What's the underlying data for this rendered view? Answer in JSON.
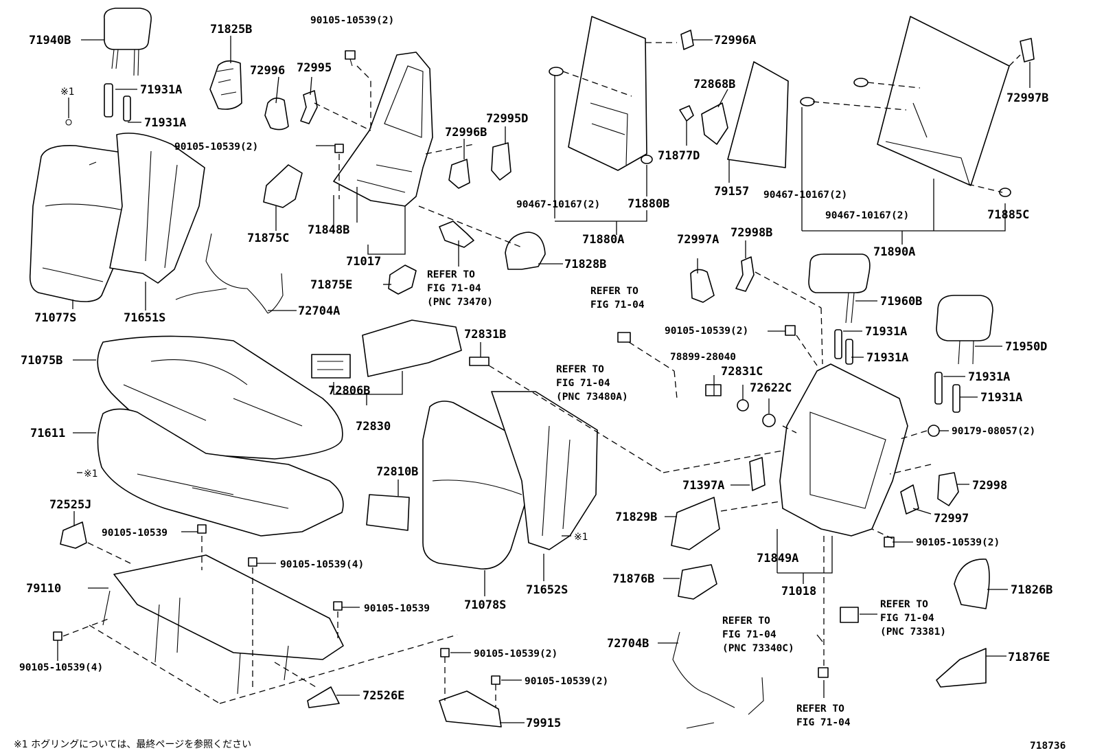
{
  "diagram": {
    "figure_number": "718736",
    "footnote": "※1 ホグリングについては、最終ページを参照ください",
    "labels": {
      "p71940B": "71940B",
      "p71825B": "71825B",
      "p90105_1": "90105-10539(2)",
      "p72996": "72996",
      "p72995": "72995",
      "p71931A_1": "71931A",
      "p71931A_2": "71931A",
      "ref1_top": "※1",
      "p90105_2": "90105-10539(2)",
      "p72996B": "72996B",
      "p72995D": "72995D",
      "p71875C": "71875C",
      "p71848B": "71848B",
      "p71017": "71017",
      "p71875E": "71875E",
      "p71077S": "71077S",
      "p71651S": "71651S",
      "p72704A": "72704A",
      "refer1_line1": "REFER TO",
      "refer1_line2": "FIG 71-04",
      "refer1_line3": "(PNC 73470)",
      "p71828B": "71828B",
      "p72996A": "72996A",
      "p72868B": "72868B",
      "p71877D": "71877D",
      "p79157": "79157",
      "p90467_1": "90467-10167(2)",
      "p71880B": "71880B",
      "p71880A": "71880A",
      "p72997B": "72997B",
      "p90467_2": "90467-10167(2)",
      "p90467_3": "90467-10167(2)",
      "p71885C": "71885C",
      "p71890A": "71890A",
      "p72997A": "72997A",
      "p72998B": "72998B",
      "refer2_line1": "REFER TO",
      "refer2_line2": "FIG 71-04",
      "p71960B": "71960B",
      "p90105_3": "90105-10539(2)",
      "p71931A_3": "71931A",
      "p71931A_4": "71931A",
      "p71950D": "71950D",
      "p71931A_5": "71931A",
      "p71931A_6": "71931A",
      "p72831B": "72831B",
      "p71075B": "71075B",
      "p72806B": "72806B",
      "p72830": "72830",
      "refer3_line1": "REFER TO",
      "refer3_line2": "FIG 71-04",
      "refer3_line3": "(PNC 73480A)",
      "p78899": "78899-28040",
      "p72831C": "72831C",
      "p72622C": "72622C",
      "p90179": "90179-08057(2)",
      "p71611": "71611",
      "ref1_mid": "※1",
      "p72810B": "72810B",
      "p71397A": "71397A",
      "p72998": "72998",
      "p72525J": "72525J",
      "p90105_4": "90105-10539",
      "p71829B": "71829B",
      "p72997": "72997",
      "ref1_right": "※1",
      "p90105_5": "90105-10539(2)",
      "p90105_6": "90105-10539(4)",
      "p71849A": "71849A",
      "p79110": "79110",
      "p71018": "71018",
      "p71876B": "71876B",
      "p71078S": "71078S",
      "p71652S": "71652S",
      "p71826B": "71826B",
      "p90105_7": "90105-10539",
      "refer4_line1": "REFER TO",
      "refer4_line2": "FIG 71-04",
      "refer4_line3": "(PNC 73381)",
      "refer5_line1": "REFER TO",
      "refer5_line2": "FIG 71-04",
      "refer5_line3": "(PNC 73340C)",
      "p90105_8": "90105-10539(4)",
      "p72704B": "72704B",
      "p71876E": "71876E",
      "p90105_9": "90105-10539(2)",
      "p90105_10": "90105-10539(2)",
      "p72526E": "72526E",
      "refer6_line1": "REFER TO",
      "refer6_line2": "FIG 71-04",
      "p79915": "79915"
    }
  }
}
